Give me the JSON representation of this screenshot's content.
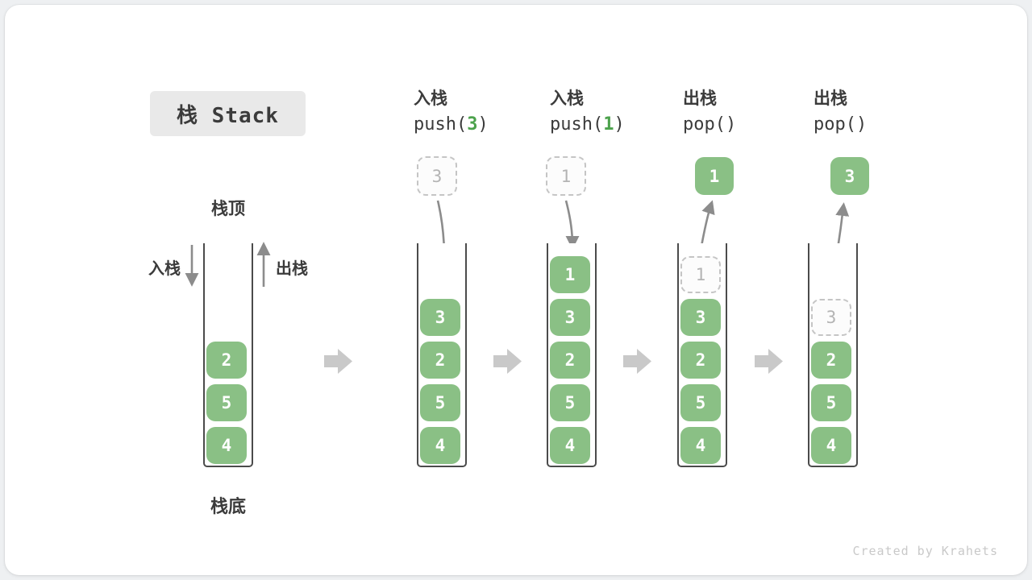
{
  "page": {
    "title": "栈 Stack",
    "watermark": "Created by Krahets"
  },
  "legend": {
    "stack_top": "栈顶",
    "stack_bottom": "栈底",
    "push": "入栈",
    "pop": "出栈"
  },
  "colors": {
    "block_green": "#8ac085",
    "code_green": "#4ca24c",
    "text_dark": "#3b3b3b",
    "arrow_gray": "#8c8c8c",
    "step_arrow_gray": "#c9c9c9",
    "wall_gray": "#4b4b4b",
    "ghost_border": "#c5c5c5",
    "ghost_text": "#b4b4b4",
    "title_bg": "#e9e9e9",
    "watermark_gray": "#c9c9c9"
  },
  "columns": [
    {
      "name": "initial-state",
      "blocks": [
        "2",
        "5",
        "4"
      ]
    },
    {
      "name": "push-3",
      "op_cn": "入栈",
      "code_before": "push(",
      "code_arg": "3",
      "code_after": ")",
      "floating_value": "3",
      "floating_style": "dashed",
      "blocks": [
        "3",
        "2",
        "5",
        "4"
      ]
    },
    {
      "name": "push-1",
      "op_cn": "入栈",
      "code_before": "push(",
      "code_arg": "1",
      "code_after": ")",
      "floating_value": "1",
      "floating_style": "dashed",
      "blocks": [
        "1",
        "3",
        "2",
        "5",
        "4"
      ]
    },
    {
      "name": "pop-first",
      "op_cn": "出栈",
      "code_before": "pop()",
      "code_arg": "",
      "code_after": "",
      "floating_value": "1",
      "floating_style": "solid",
      "ghost_value": "1",
      "blocks": [
        "3",
        "2",
        "5",
        "4"
      ]
    },
    {
      "name": "pop-second",
      "op_cn": "出栈",
      "code_before": "pop()",
      "code_arg": "",
      "code_after": "",
      "floating_value": "3",
      "floating_style": "solid",
      "ghost_value": "3",
      "blocks": [
        "2",
        "5",
        "4"
      ]
    }
  ]
}
